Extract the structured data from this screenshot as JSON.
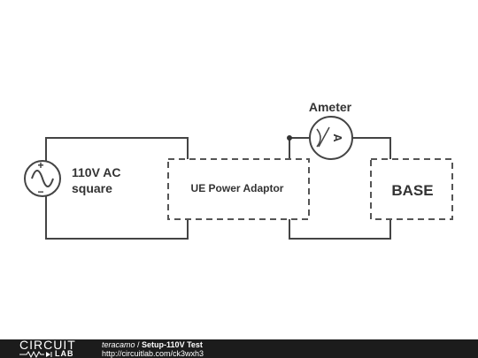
{
  "components": {
    "source_label_line1": "110V AC",
    "source_label_line2": "square",
    "adaptor_label": "UE Power Adaptor",
    "ammeter_title": "Ameter",
    "ammeter_symbol": "A",
    "base_label": "BASE",
    "source_plus": "+",
    "source_minus": "−"
  },
  "footer": {
    "logo_top": "CIRCUIT",
    "logo_bottom": "LAB",
    "user": "teracamo",
    "separator": " / ",
    "title": "Setup-110V Test",
    "url": "http://circuitlab.com/ck3wxh3"
  }
}
